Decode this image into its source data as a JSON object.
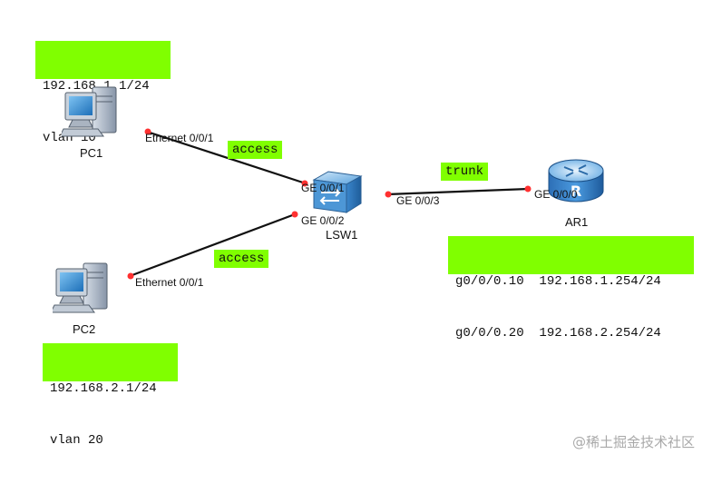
{
  "devices": {
    "pc1": {
      "name": "PC1",
      "note_lines": [
        "192.168.1.1/24",
        "vlan 10"
      ],
      "port": "Ethernet 0/0/1"
    },
    "pc2": {
      "name": "PC2",
      "note_lines": [
        "192.168.2.1/24",
        "vlan 20"
      ],
      "port": "Ethernet 0/0/1"
    },
    "lsw1": {
      "name": "LSW1",
      "ports": [
        "GE 0/0/1",
        "GE 0/0/2",
        "GE 0/0/3"
      ]
    },
    "ar1": {
      "name": "AR1",
      "port": "GE 0/0/0",
      "note_lines": [
        "g0/0/0.10  192.168.1.254/24",
        "g0/0/0.20  192.168.2.254/24"
      ]
    }
  },
  "links": {
    "pc1_lsw1": "access",
    "pc2_lsw1": "access",
    "lsw1_ar1": "trunk"
  },
  "watermark": "@稀土掘金技术社区",
  "colors": {
    "note_bg": "#80ff00",
    "link": "#111111",
    "port_dot": "#ff3030",
    "switch": "#3c8fd6",
    "router": "#2f7fd0"
  },
  "icons": {
    "pc": "desktop-pc-icon",
    "switch": "switch-icon",
    "router": "router-icon"
  }
}
